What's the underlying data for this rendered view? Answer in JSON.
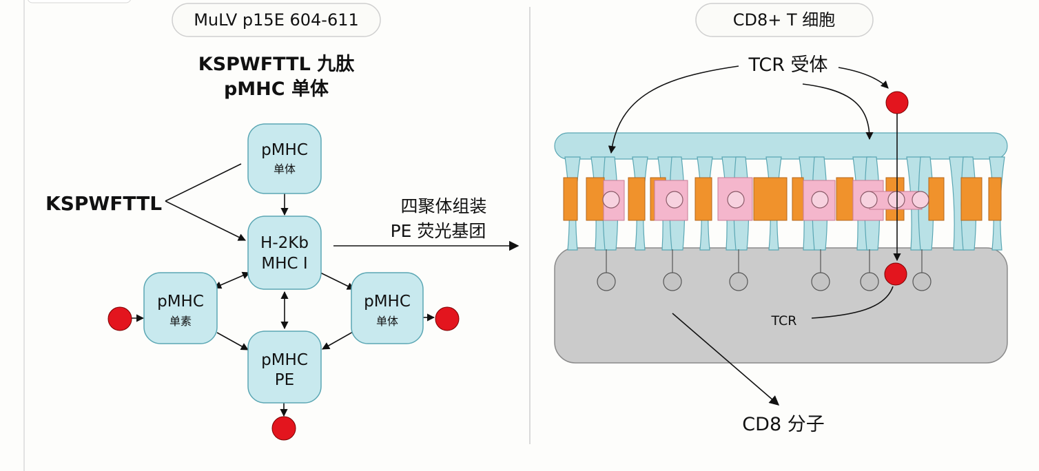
{
  "left_panel": {
    "pill_label": "MuLV p15E 604-611",
    "heading_line1": "KSPWFTTL 九肽",
    "heading_line2": "pMHC 单体",
    "peptide_label": "KSPWFTTL",
    "nodes": {
      "top": {
        "line1": "pMHC",
        "line2": "单体"
      },
      "center": {
        "line1": "H-2Kb",
        "line2": "MHC I"
      },
      "left": {
        "line1": "pMHC",
        "line2": "单素"
      },
      "right": {
        "line1": "pMHC",
        "line2": "单体"
      },
      "bottom": {
        "line1": "pMHC",
        "line2": "PE"
      }
    },
    "arrow_label_line1": "四聚体组装",
    "arrow_label_line2": "PE 荧光基团"
  },
  "right_panel": {
    "pill_label": "CD8+ T 细胞",
    "tcr_receptor_label": "TCR 受体",
    "tcr_label": "TCR",
    "cd8_label": "CD8 分子"
  },
  "colors": {
    "node_fill": "#c8e9ee",
    "node_stroke": "#5aa6b3",
    "dot_red": "#e3151e",
    "orange": "#f0922c",
    "pink": "#f4b6cc",
    "cell_gray": "#cbcbcb"
  }
}
